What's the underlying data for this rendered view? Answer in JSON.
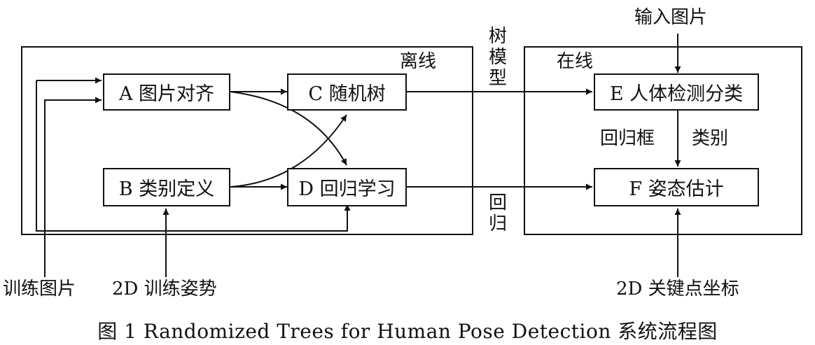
{
  "offline_label": "离线",
  "online_label": "在线",
  "nodes": {
    "a": "A 图片对齐",
    "b": "B 类别定义",
    "c": "C 随机树",
    "d": "D 回归学习",
    "e": "E 人体检测分类",
    "f": "F 姿态估计"
  },
  "edge_labels": {
    "tree_model": "树模型",
    "regression": "回归",
    "box": "回归框",
    "category": "类别"
  },
  "inputs": {
    "training_images": "训练图片",
    "training_poses_2d": "2D 训练姿势",
    "input_image": "输入图片",
    "keypoints_2d": "2D 关键点坐标"
  },
  "caption": "图 1   Randomized Trees for Human Pose Detection 系统流程图"
}
